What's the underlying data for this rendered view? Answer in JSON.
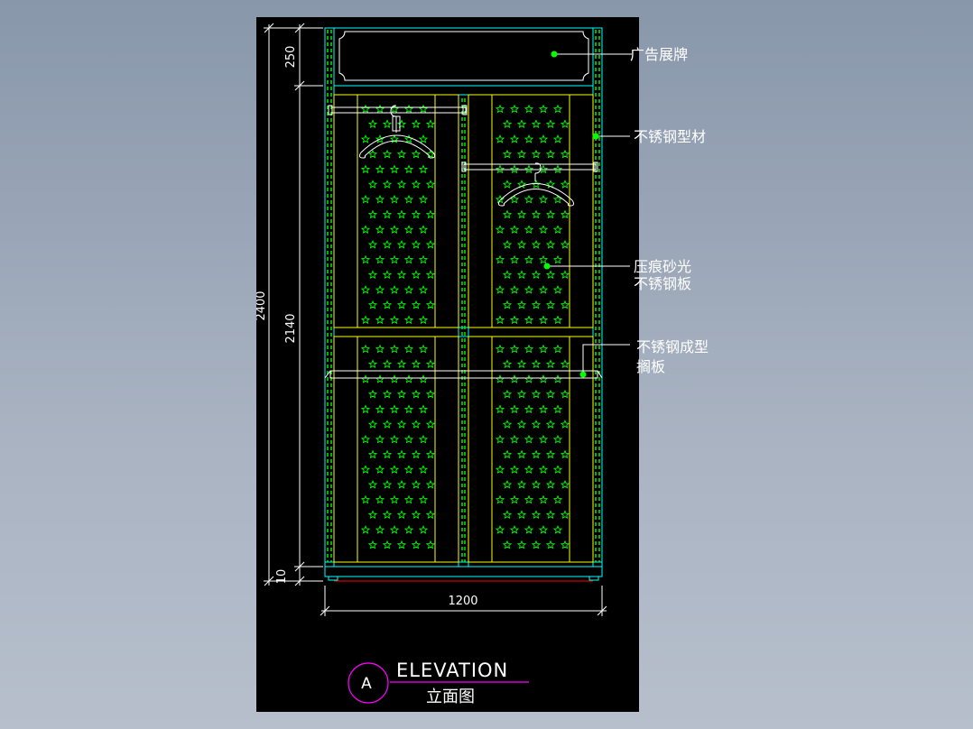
{
  "diagram": {
    "annotations": {
      "sign": "广告展牌",
      "profile": "不锈钢型材",
      "panel_line1": "压痕砂光",
      "panel_line2": "不锈钢板",
      "shelf_line1": "不锈钢成型",
      "shelf_line2": "搁板"
    },
    "dimensions": {
      "total_height": "2400",
      "top_section": "250",
      "middle_section": "2140",
      "base_section": "10",
      "width": "1200"
    },
    "title": {
      "marker": "A",
      "main": "ELEVATION",
      "sub": "立面图"
    },
    "colors": {
      "background": "#000000",
      "frame": "#00ffff",
      "panel_frame": "#ffff00",
      "pattern": "#00ff00",
      "dimension": "#ffffff",
      "leader_dot": "#00ff00",
      "title_circle": "#ff00ff",
      "title_line": "#ff00ff",
      "floor": "#ff0000"
    }
  }
}
